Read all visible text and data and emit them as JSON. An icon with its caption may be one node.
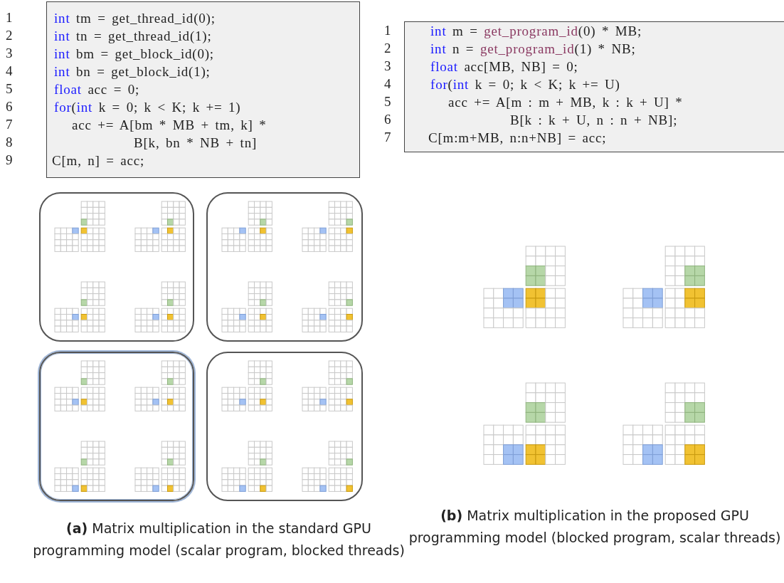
{
  "diagram": {
    "nodes": [
      {
        "text": [
          "int tm = get_thread_id(0);",
          "int tn = get_thread_id(1);",
          "int bm = get_block_id(0);",
          "int bn = get_block_id(1);",
          "float acc = 0;",
          "for(int k = 0; k < K; k += 1)",
          "acc += A[bm * MB + tm, k] *",
          "B[k, bn * NB + tn]",
          "C[m, n] = acc;"
        ]
      },
      {
        "text": [
          "int m = get_program_id(0) * MB;",
          "int n = get_program_id(1) * NB;",
          "float acc[MB, NB] = 0;",
          "for(int k = 0; k < K; k += U)",
          "acc += A[m : m + MB, k : k + U] *",
          "B[k : k + U, n : n + NB];",
          "C[m:m+MB, n:n+NB] = acc;"
        ]
      }
    ],
    "labels": [
      "1",
      "2",
      "3",
      "4",
      "5",
      "6",
      "7",
      "8",
      "9",
      "1",
      "2",
      "3",
      "4",
      "5",
      "6",
      "7",
      "**(a)** Matrix multiplication in the standard GPU programming model (scalar program, blocked threads)",
      "**(b)** Matrix multiplication in the proposed GPU programming model (blocked program, scalar threads)"
    ]
  }
}
